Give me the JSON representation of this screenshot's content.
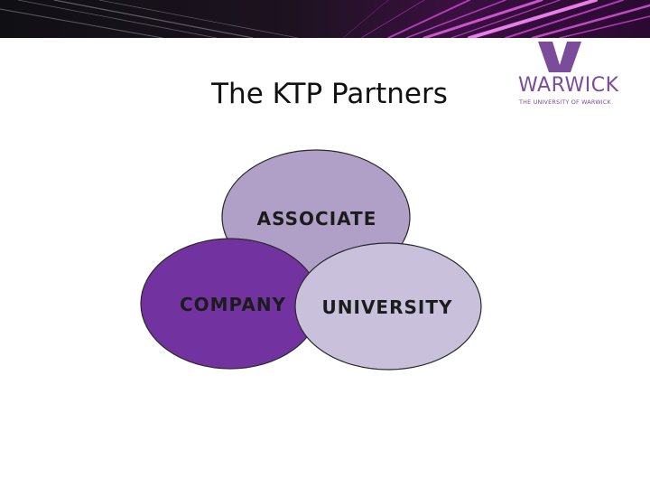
{
  "slide": {
    "title": "The KTP Partners"
  },
  "logo": {
    "name": "WARWICK",
    "subtitle": "THE UNIVERSITY OF WARWICK"
  },
  "diagram": {
    "associate": {
      "label": "ASSOCIATE",
      "color": "#b0a0c8"
    },
    "company": {
      "label": "COMPANY",
      "color": "#7233a0"
    },
    "university": {
      "label": "UNIVERSITY",
      "color": "#c9c0dc"
    }
  },
  "colors": {
    "banner_bg": "#0b0b0f",
    "banner_streak": "#c23fc8",
    "logo": "#7a4c9a"
  }
}
